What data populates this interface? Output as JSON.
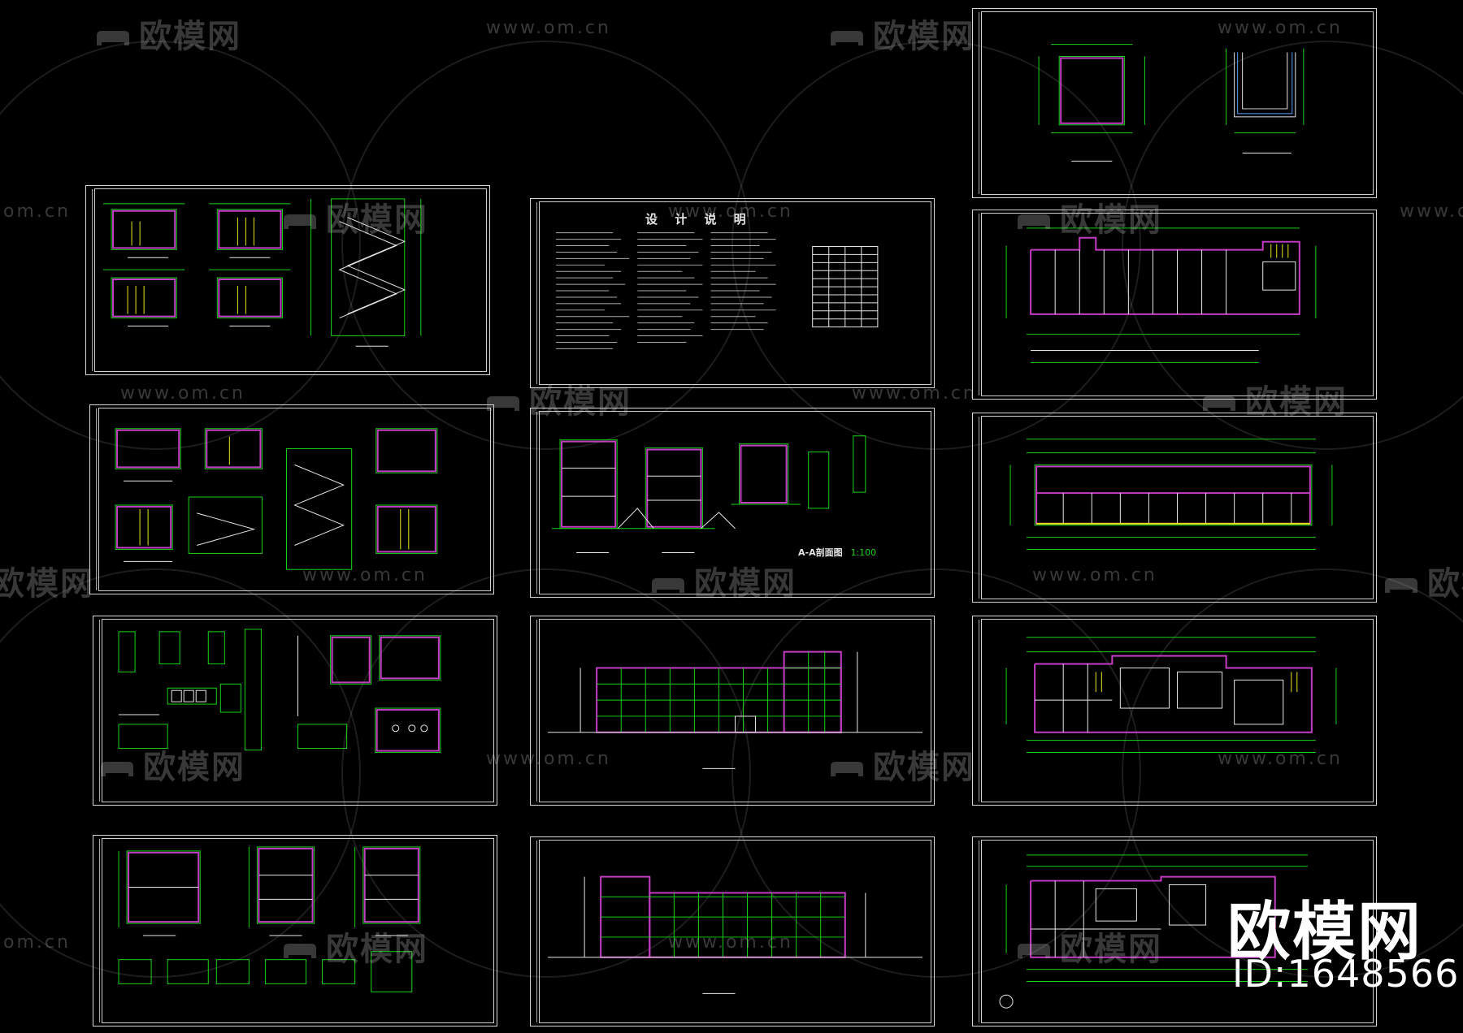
{
  "watermark": {
    "logo_text": "欧模网",
    "url_text": "www.om.cn",
    "url_short": "om.cn"
  },
  "notes_sheet": {
    "title": "设 计 说 明"
  },
  "section_label": "A-A剖面图",
  "section_scale": "1:100",
  "corner_logo": "欧模网",
  "corner_id": "ID:1648566",
  "colors": {
    "background": "#000000",
    "frame": "#d8d8d8",
    "cad_green": "#19d319",
    "cad_magenta": "#c43cc4",
    "cad_yellow": "#e6e619",
    "cad_white": "#e6e6e6"
  },
  "icons": [
    "sofa-icon"
  ]
}
